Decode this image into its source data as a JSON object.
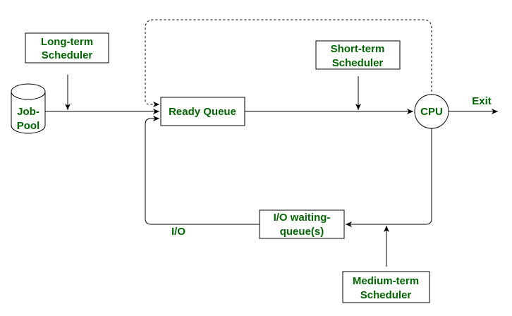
{
  "diagram": {
    "long_term_scheduler": [
      "Long-term",
      "Scheduler"
    ],
    "short_term_scheduler": [
      "Short-term",
      "Scheduler"
    ],
    "medium_term_scheduler": [
      "Medium-term",
      "Scheduler"
    ],
    "job_pool": [
      "Job-",
      "Pool"
    ],
    "ready_queue": "Ready Queue",
    "cpu": "CPU",
    "exit": "Exit",
    "io_waiting_queue": [
      "I/O waiting-",
      "queue(s)"
    ],
    "io_label": "I/O",
    "colors": {
      "label_text": "#006400",
      "stroke": "#000000",
      "background": "#ffffff"
    }
  }
}
